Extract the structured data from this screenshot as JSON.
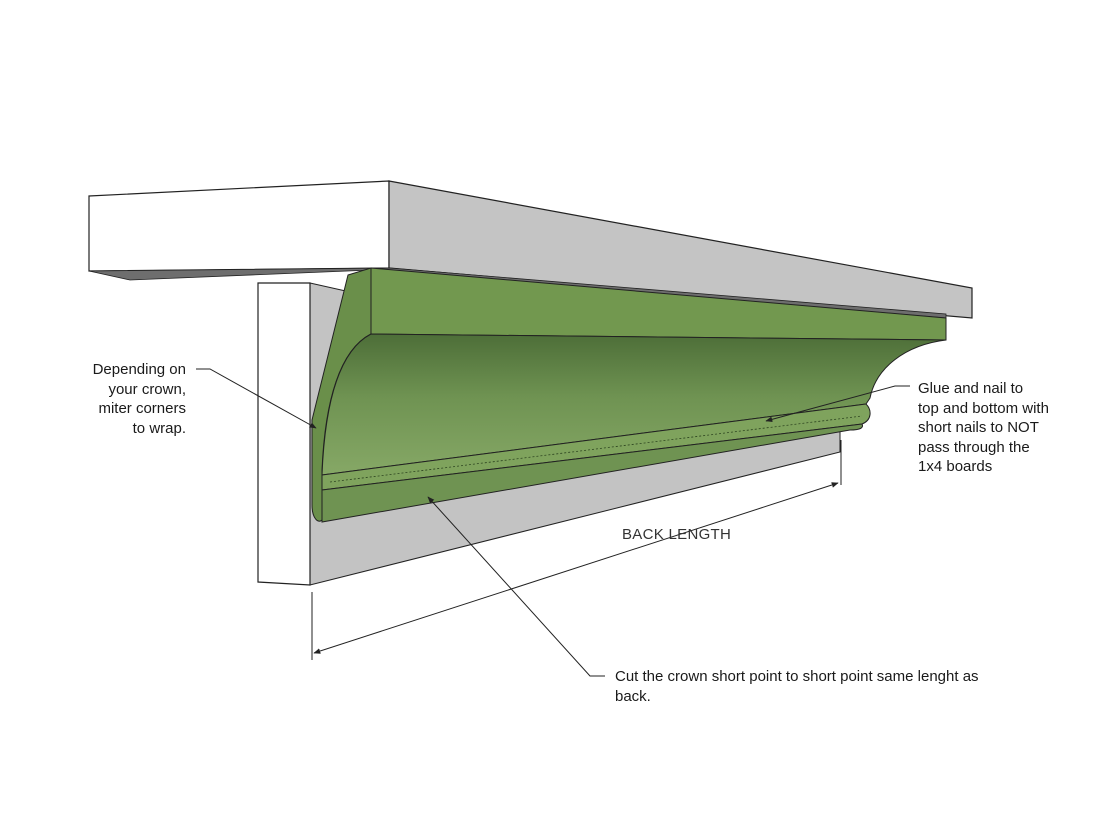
{
  "notes": {
    "miter": [
      "Depending on",
      "your crown,",
      "miter corners",
      "to wrap."
    ],
    "glue": [
      "Glue and nail to",
      "top and bottom with",
      "short nails to NOT",
      "pass through the",
      "1x4 boards"
    ],
    "cut": [
      "Cut the crown short point to short point same lenght as",
      "back."
    ]
  },
  "dimension": {
    "back_length": "BACK LENGTH"
  },
  "colors": {
    "crown_green": "#6f9352",
    "board_white": "#ffffff",
    "board_gray": "#c0c0c0",
    "shadow": "#6e6e6e"
  }
}
